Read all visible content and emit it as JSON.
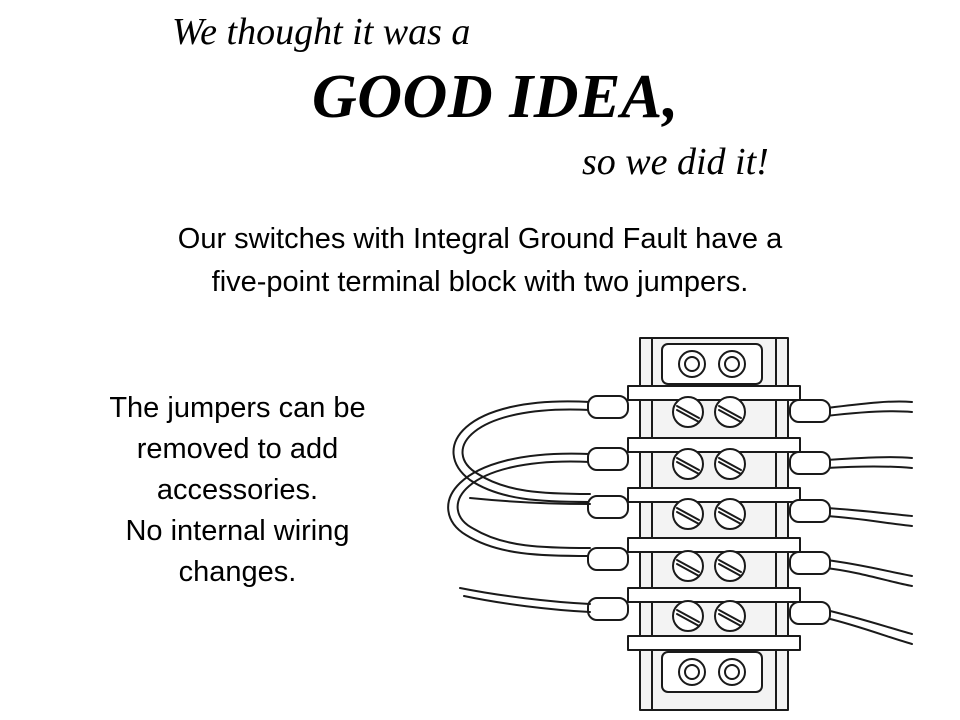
{
  "headline": {
    "line1": "We thought it was a",
    "line2": "GOOD IDEA,",
    "line3": "so we did it!"
  },
  "intro": {
    "line1": "Our switches with Integral Ground Fault have a",
    "line2": "five-point terminal block with two jumpers."
  },
  "side_text": {
    "line1": "The jumpers can be",
    "line2": "removed to add",
    "line3": "accessories.",
    "line4": "No internal wiring",
    "line5": "changes."
  },
  "illustration": {
    "icon": "terminal-block-icon",
    "terminal_count": 5,
    "jumper_count": 2,
    "stroke_color": "#1a1a1a"
  }
}
